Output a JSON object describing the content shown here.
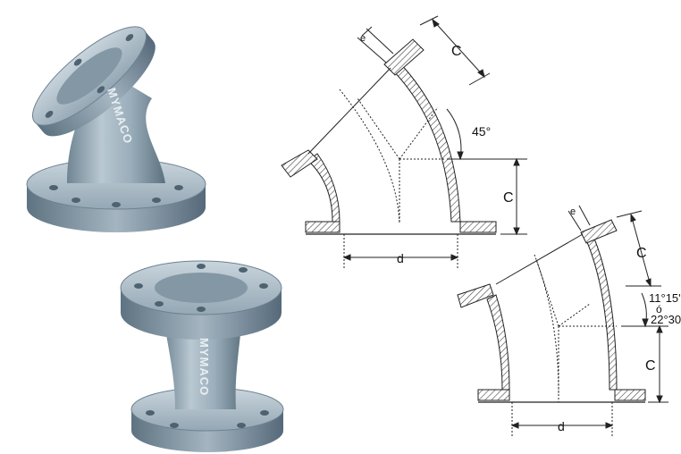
{
  "photos": {
    "elbow_45_brand": "MYMACO",
    "elbow_22_brand": "MYMACO"
  },
  "drawing_45": {
    "dim_e": "e",
    "dim_c_top": "C",
    "dim_c_side": "C",
    "angle": "45°",
    "dim_d": "d"
  },
  "drawing_22": {
    "dim_e": "e",
    "dim_c_top": "C",
    "dim_c_side": "C",
    "angle_1": "11°15'",
    "angle_or": "ó",
    "angle_2": "22°30",
    "dim_d": "d"
  },
  "colors": {
    "metal_light": "#b7c5cf",
    "metal_mid": "#8fa2b0",
    "metal_dark": "#5f7482",
    "line": "#222222",
    "hatch": "#444444"
  }
}
